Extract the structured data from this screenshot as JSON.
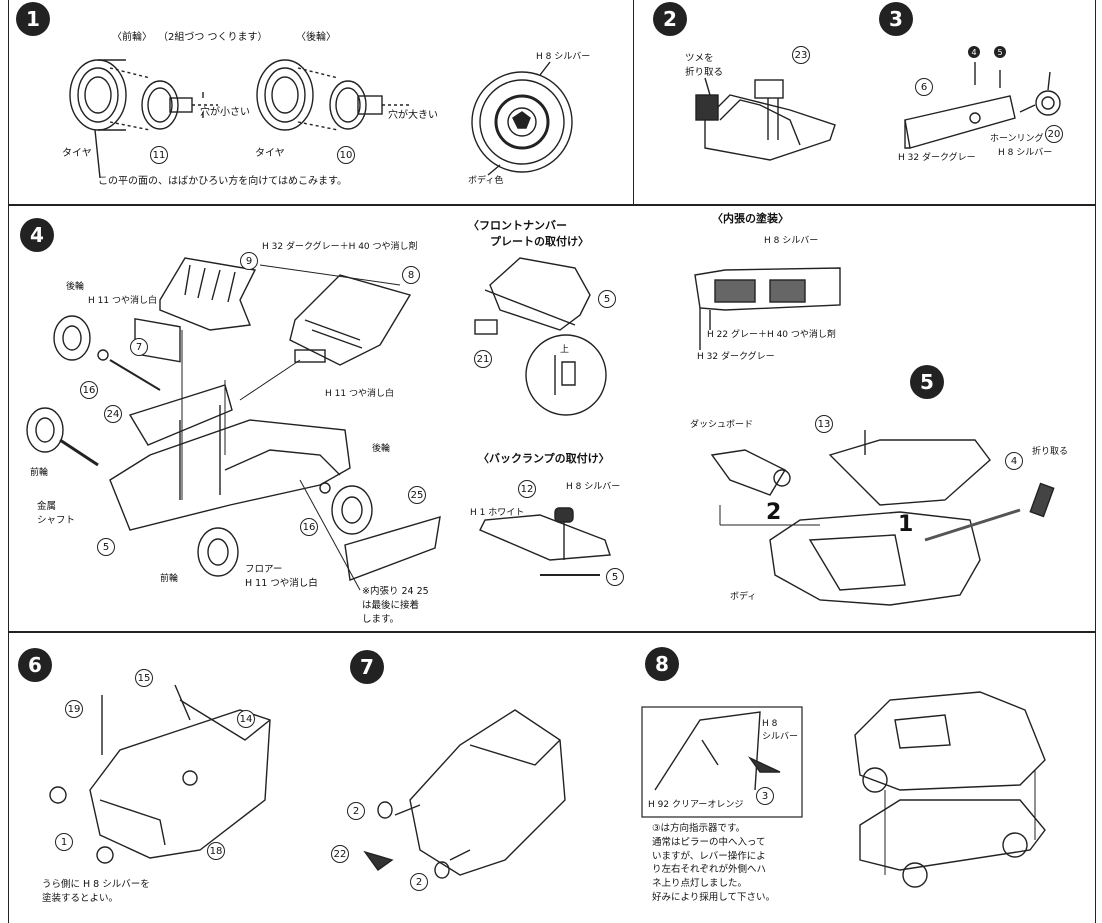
{
  "steps": {
    "s1": "1",
    "s2": "2",
    "s3": "3",
    "s4": "4",
    "s5": "5",
    "s6": "6",
    "s7": "7",
    "s8": "8"
  },
  "step1": {
    "front_wheel": "〈前輪〉",
    "make_pairs": "（2組づつ つくります）",
    "rear_wheel": "〈後輪〉",
    "hole_small": "穴が小さい",
    "hole_large": "穴が大きい",
    "tire_a": "タイヤ",
    "tire_b": "タイヤ",
    "part_11": "11",
    "part_10": "10",
    "note": "この平の面の、はばかひろい方を向けてはめこみます。",
    "silver": "H 8 シルバー",
    "body_color": "ボディ色"
  },
  "step2": {
    "break_tab": "ツメを\n折り取る",
    "part_23": "23"
  },
  "step3": {
    "part_6": "6",
    "part_4": "4",
    "part_5": "5",
    "part_20": "20",
    "horn_ring": "ホーンリング",
    "dark_gray": "H 32 ダークグレー",
    "silver": "H 8 シルバー"
  },
  "step4": {
    "mix_label": "H 32 ダークグレー＋H 40 つや消し剤",
    "part_9": "9",
    "part_8": "8",
    "part_7": "7",
    "part_16a": "16",
    "part_16b": "16",
    "part_24": "24",
    "part_25": "25",
    "part_5": "5",
    "matte_white_a": "H 11 つや消し白",
    "matte_white_b": "H 11 つや消し白",
    "rear_wheel_a": "後輪",
    "rear_wheel_b": "後輪",
    "front_wheel_a": "前輪",
    "front_wheel_b": "前輪",
    "metal_shaft": "金属\nシャフト",
    "floor": "フロアー\nH 11 つや消し白",
    "note": "※内張り 24 25\nは最後に接着\nします。"
  },
  "plate": {
    "title": "〈フロントナンバー\n　　プレートの取付け〉",
    "part_5": "5",
    "part_21": "21",
    "top": "上"
  },
  "backlamp": {
    "title": "〈バックランプの取付け〉",
    "part_12": "12",
    "silver": "H 8 シルバー",
    "white": "H 1 ホワイト",
    "part_5": "5"
  },
  "interior": {
    "title": "〈内張の塗装〉",
    "silver": "H 8 シルバー",
    "gray_mix": "H 22 グレー＋H 40 つや消し剤",
    "dark_gray": "H 32 ダークグレー"
  },
  "step5": {
    "part_13": "13",
    "part_4": "4",
    "dashboard": "ダッシュボード",
    "break_off": "折り取る",
    "body": "ボディ",
    "num2": "2",
    "num1": "1"
  },
  "step6": {
    "part_15": "15",
    "part_19": "19",
    "part_14": "14",
    "part_1": "1",
    "part_18": "18",
    "note": "うら側に H 8 シルバーを\n塗装するとよい。"
  },
  "step7": {
    "part_2a": "2",
    "part_22": "22",
    "part_2b": "2"
  },
  "step8": {
    "silver": "H 8\nシルバー",
    "clear_orange": "H 92 クリアーオレンジ",
    "part_3": "3",
    "note": "③は方向指示器です。\n通常はピラーの中へ入って\nいますが、レバー操作によ\nり左右それぞれが外側へハ\nネ上り点灯しました。\n好みにより採用して下さい。"
  }
}
